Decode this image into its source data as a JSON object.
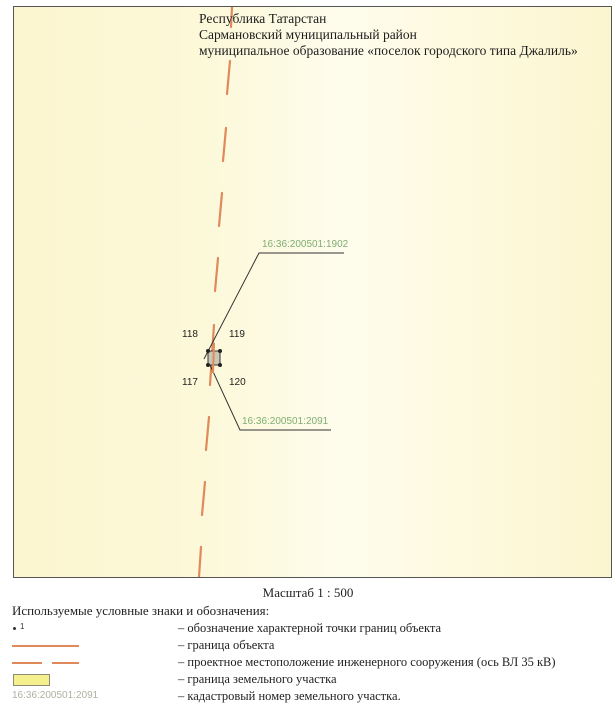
{
  "map": {
    "title_lines": [
      "Республика Татарстан",
      "Сармановский муниципальный район",
      "муниципальное образование «поселок городского типа Джалиль»"
    ],
    "points": [
      {
        "id": "118",
        "label": "118"
      },
      {
        "id": "119",
        "label": "119"
      },
      {
        "id": "117",
        "label": "117"
      },
      {
        "id": "120",
        "label": "120"
      }
    ],
    "cadastral_labels": [
      {
        "id": "upper",
        "label": "16:36:200501:1902"
      },
      {
        "id": "lower",
        "label": "16:36:200501:2091"
      }
    ],
    "colors": {
      "boundary": "#e08a5c",
      "cadastral_text": "#7fae72",
      "background": "#fcf8d8",
      "leader_line": "#333333"
    }
  },
  "scale": {
    "label": "Масштаб 1 : 500"
  },
  "legend": {
    "title": "Используемые условные знаки и обозначения:",
    "items": [
      {
        "sample": "point",
        "sample_text": "1",
        "description": "– обозначение характерной точки границ объекта"
      },
      {
        "sample": "solid-line",
        "description": "– граница объекта"
      },
      {
        "sample": "dashed-line",
        "description": "– проектное местоположение инженерного сооружения (ось ВЛ 35 кВ)"
      },
      {
        "sample": "yellow-box",
        "description": "– граница земельного участка"
      },
      {
        "sample": "cadastral-text",
        "sample_text": "16:36:200501:2091",
        "description": "– кадастровый номер земельного участка."
      }
    ]
  }
}
